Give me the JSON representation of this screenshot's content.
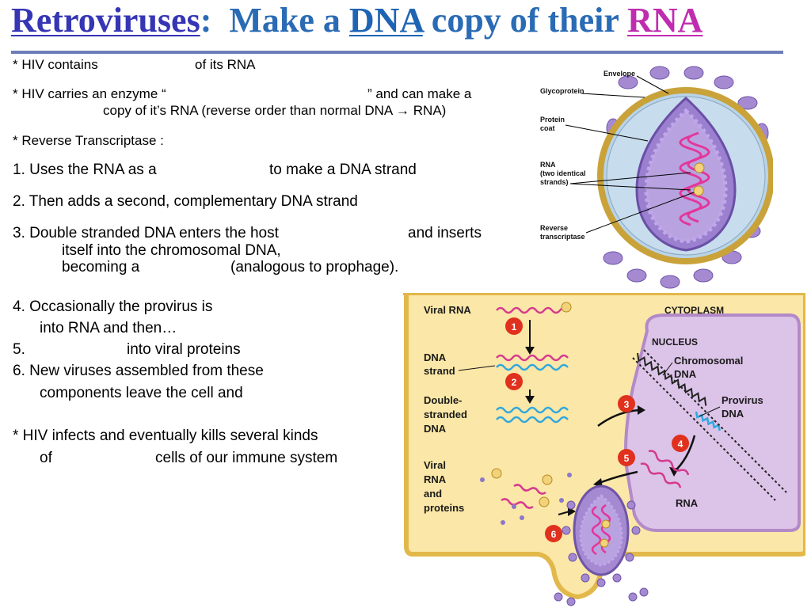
{
  "title": {
    "retro": "Retroviruses",
    "colon": ":",
    "make_a": "Make a",
    "dna": "DNA",
    "copy_of_their": "copy of their",
    "rna": "RNA"
  },
  "bullets": {
    "b1_a": "*  HIV contains",
    "b1_b": "of its RNA",
    "b2_a": "*  HIV carries an enzyme “",
    "b2_b": "” and can make a",
    "b2_c": "copy of it’s RNA (reverse order than normal DNA → RNA)",
    "b3": "*  Reverse Transcriptase :",
    "s1_a": "1.  Uses the RNA as a",
    "s1_b": "to make a DNA strand",
    "s2": "2.  Then adds a second, complementary DNA strand",
    "s3_a": "3.  Double stranded DNA enters the host",
    "s3_b": "and inserts",
    "s3_c": "itself into the chromosomal DNA,",
    "s3_d": "becoming a",
    "s3_e": "(analogous to prophage).",
    "s4_a": "4.  Occasionally the provirus is",
    "s4_b": "into RNA and then…",
    "s5": "5.",
    "s5_b": "into viral proteins",
    "s6_a": "6.  New viruses assembled from these",
    "s6_b": "components leave the cell and",
    "b4_a": "*  HIV infects and eventually kills several kinds",
    "b4_b": "of",
    "b4_c": "cells of our immune system"
  },
  "virus_diagram": {
    "envelope": "Envelope",
    "glycoprotein": "Glycoprotein",
    "protein_coat_1": "Protein",
    "protein_coat_2": "coat",
    "rna_1": "RNA",
    "rna_2": "(two identical",
    "rna_3": "strands)",
    "rt_1": "Reverse",
    "rt_2": "transcriptase"
  },
  "cycle_diagram": {
    "viral_rna": "Viral RNA",
    "cytoplasm": "CYTOPLASM",
    "nucleus": "NUCLEUS",
    "dna_strand_1": "DNA",
    "dna_strand_2": "strand",
    "chromosomal_1": "Chromosomal",
    "chromosomal_2": "DNA",
    "double_1": "Double-",
    "double_2": "stranded",
    "double_3": "DNA",
    "provirus_1": "Provirus",
    "provirus_2": "DNA",
    "viral_rna_proteins_1": "Viral",
    "viral_rna_proteins_2": "RNA",
    "viral_rna_proteins_3": "and",
    "viral_rna_proteins_4": "proteins",
    "rna": "RNA",
    "steps": [
      "1",
      "2",
      "3",
      "4",
      "5",
      "6"
    ]
  },
  "colors": {
    "title_blue": "#2a6bb5",
    "retro_purple": "#3535b5",
    "rna_magenta": "#c02cb0",
    "cell_fill": "#fbe7a7",
    "nucleus_fill": "#dcc3e8",
    "step_red": "#e0301e"
  }
}
